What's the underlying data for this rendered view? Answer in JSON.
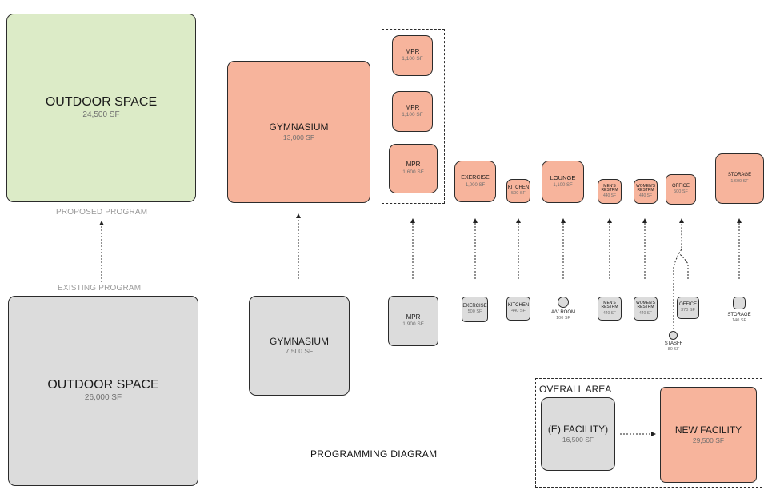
{
  "captions": {
    "proposed": "PROPOSED PROGRAM",
    "existing": "EXISTING PROGRAM",
    "title": "PROGRAMMING DIAGRAM",
    "overall": "OVERALL AREA"
  },
  "proposed": {
    "outdoor": {
      "name": "OUTDOOR SPACE",
      "area": "24,500 SF"
    },
    "gym": {
      "name": "GYMNASIUM",
      "area": "13,000 SF"
    },
    "mpr1": {
      "name": "MPR",
      "area": "1,100 SF"
    },
    "mpr2": {
      "name": "MPR",
      "area": "1,100 SF"
    },
    "mpr3": {
      "name": "MPR",
      "area": "1,600 SF"
    },
    "exercise": {
      "name": "EXERCISE",
      "area": "1,000 SF"
    },
    "kitchen": {
      "name": "KITCHEN",
      "area": "500 SF"
    },
    "lounge": {
      "name": "LOUNGE",
      "area": "1,100 SF"
    },
    "mens": {
      "name": "MEN'S RESTRM",
      "area": "440 SF"
    },
    "womens": {
      "name": "WOMEN'S RESTRM",
      "area": "440 SF"
    },
    "office": {
      "name": "OFFICE",
      "area": "500 SF"
    },
    "storage": {
      "name": "STORAGE",
      "area": "1,600 SF"
    }
  },
  "existing": {
    "outdoor": {
      "name": "OUTDOOR SPACE",
      "area": "26,000 SF"
    },
    "gym": {
      "name": "GYMNASIUM",
      "area": "7,500 SF"
    },
    "mpr": {
      "name": "MPR",
      "area": "1,900 SF"
    },
    "exercise": {
      "name": "EXERCISE",
      "area": "500 SF"
    },
    "kitchen": {
      "name": "KITCHEN",
      "area": "440 SF"
    },
    "av": {
      "name": "A/V ROOM",
      "area": "100 SF"
    },
    "mens": {
      "name": "MEN'S RESTRM",
      "area": "440 SF"
    },
    "womens": {
      "name": "WOMEN'S RESTRM",
      "area": "440 SF"
    },
    "office": {
      "name": "OFFICE",
      "area": "370 SF"
    },
    "staff": {
      "name": "STASFF",
      "area": "80 SF"
    },
    "storage": {
      "name": "STORAGE",
      "area": "140 SF"
    }
  },
  "overall": {
    "existing": {
      "name": "(E) FACILITY)",
      "area": "16,500 SF"
    },
    "new": {
      "name": "NEW FACILITY",
      "area": "29,500 SF"
    }
  },
  "colors": {
    "proposed_fill": "#f7b49c",
    "outdoor_fill": "#dcebc7",
    "existing_fill": "#dcdcdc"
  }
}
